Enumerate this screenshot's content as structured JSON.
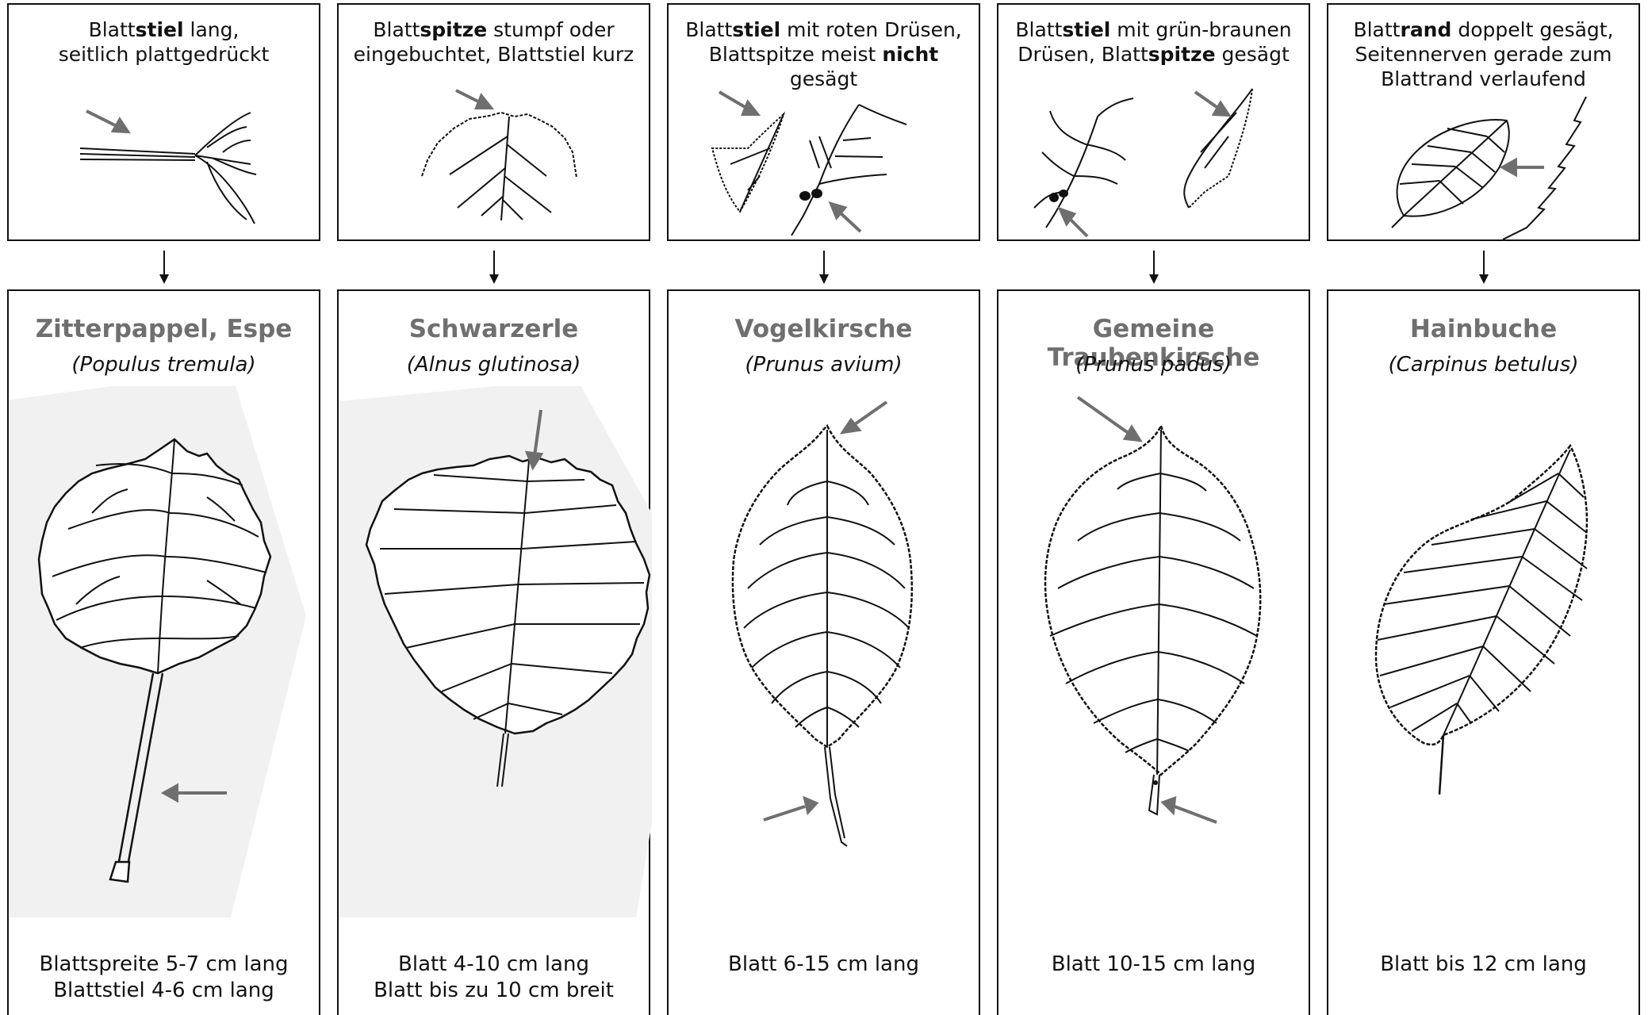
{
  "columns": [
    {
      "id": "zitterpappel",
      "feature": [
        [
          {
            "t": "Blatt"
          },
          {
            "t": "stiel",
            "b": true
          },
          {
            "t": " lang,"
          }
        ],
        [
          {
            "t": "seitlich plattgedrückt"
          }
        ]
      ],
      "name": "Zitterpappel, Espe",
      "latin": "(Populus tremula)",
      "caption": [
        "Blattspreite 5-7 cm lang",
        "Blattstiel 4-6 cm lang"
      ]
    },
    {
      "id": "schwarzerle",
      "feature": [
        [
          {
            "t": "Blatt"
          },
          {
            "t": "spitze",
            "b": true
          },
          {
            "t": " stumpf oder"
          }
        ],
        [
          {
            "t": "eingebuchtet, Blattstiel kurz"
          }
        ]
      ],
      "name": "Schwarzerle",
      "latin": "(Alnus glutinosa)",
      "caption": [
        "Blatt 4-10 cm lang",
        "Blatt bis zu 10 cm breit"
      ]
    },
    {
      "id": "vogelkirsche",
      "feature": [
        [
          {
            "t": "Blatt"
          },
          {
            "t": "stiel",
            "b": true
          },
          {
            "t": " mit roten Drüsen,"
          }
        ],
        [
          {
            "t": "Blattspitze meist "
          },
          {
            "t": "nicht",
            "b": true
          },
          {
            "t": " gesägt"
          }
        ]
      ],
      "name": "Vogelkirsche",
      "latin": "(Prunus avium)",
      "caption": [
        "Blatt 6-15 cm lang"
      ]
    },
    {
      "id": "traubenkirsche",
      "feature": [
        [
          {
            "t": "Blatt"
          },
          {
            "t": "stiel",
            "b": true
          },
          {
            "t": " mit grün-braunen"
          }
        ],
        [
          {
            "t": "Drüsen, Blatt"
          },
          {
            "t": "spitze",
            "b": true
          },
          {
            "t": " gesägt"
          }
        ]
      ],
      "name": "Gemeine Traubenkirsche",
      "latin": "(Prunus padus)",
      "caption": [
        "Blatt 10-15 cm lang"
      ]
    },
    {
      "id": "hainbuche",
      "feature": [
        [
          {
            "t": "Blatt"
          },
          {
            "t": "rand",
            "b": true
          },
          {
            "t": " doppelt gesägt,"
          }
        ],
        [
          {
            "t": "Seitennerven gerade zum"
          }
        ],
        [
          {
            "t": "Blattrand verlaufend"
          }
        ]
      ],
      "name": "Hainbuche",
      "latin": "(Carpinus betulus)",
      "caption": [
        "Blatt bis 12 cm lang"
      ]
    }
  ],
  "colors": {
    "line": "#111111",
    "arrow": "#6f6f6f",
    "name": "#6f6f6f"
  },
  "icons": [
    "leaf-illustration",
    "pointer-arrow",
    "down-arrow"
  ]
}
